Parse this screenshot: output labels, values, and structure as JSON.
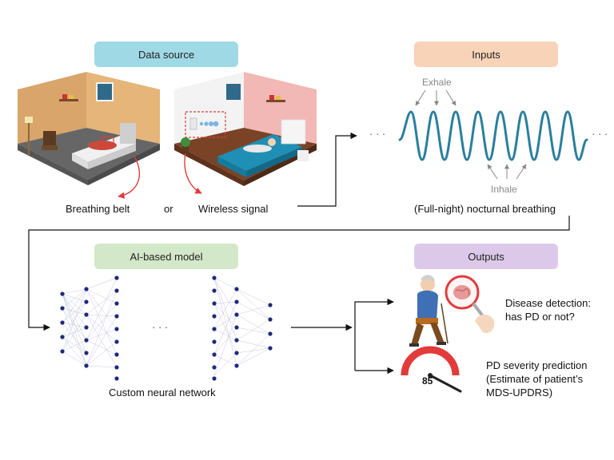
{
  "sections": {
    "data_source": "Data source",
    "inputs": "Inputs",
    "ai_model": "AI-based model",
    "outputs": "Outputs"
  },
  "data_source": {
    "belt_label": "Breathing belt",
    "or_label": "or",
    "wireless_label": "Wireless signal"
  },
  "inputs": {
    "exhale_label": "Exhale",
    "inhale_label": "Inhale",
    "caption": "(Full-night) nocturnal breathing",
    "ellipsis": "· · ·"
  },
  "model": {
    "caption": "Custom neural network",
    "ellipsis": "· · ·"
  },
  "outputs": {
    "detection_line1": "Disease detection:",
    "detection_line2": "has PD or not?",
    "severity_line1": "PD severity prediction",
    "severity_line2": "(Estimate of patient’s",
    "severity_line3": "MDS-UPDRS)",
    "gauge_value": "85"
  },
  "colors": {
    "data_source_box": "#9fd9e6",
    "inputs_box": "#f8d3b8",
    "ai_model_box": "#d2e8c8",
    "outputs_box": "#dcc9ea",
    "signal": "#2a7f9e",
    "node": "#1e2a7a",
    "edge": "#b8b8d8",
    "arrow": "#111111",
    "accent_red": "#e23b3b"
  }
}
